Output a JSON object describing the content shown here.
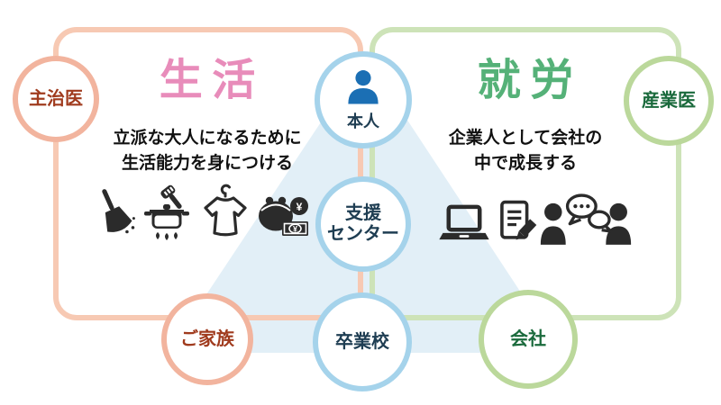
{
  "palette": {
    "life_box_border": "#F7C9B3",
    "life_node_border": "#F2B49E",
    "life_label_text": "#A03B1E",
    "life_title": "#E88CBA",
    "work_box_border": "#CDE3B8",
    "work_node_border": "#BBD89B",
    "work_label_text": "#1A6A3C",
    "work_title": "#55B178",
    "center_node_border": "#A5D3EB",
    "center_label_text": "#1E3D52",
    "person_icon_blue": "#1B6FB4",
    "triangle_fill": "#E2EFF7",
    "icon_ink": "#2B2B2B",
    "body_text": "#111111"
  },
  "life_section": {
    "title": "生活",
    "subtitle_line1": "立派な大人になるために",
    "subtitle_line2": "生活能力を身につける",
    "icons": [
      "broom-icon",
      "cooking-pot-icon",
      "tshirt-laundry-icon",
      "purse-money-icon"
    ]
  },
  "work_section": {
    "title": "就労",
    "subtitle_line1": "企業人として会社の",
    "subtitle_line2": "中で成長する",
    "icons": [
      "laptop-icon",
      "memo-pencil-icon",
      "conversation-icon"
    ]
  },
  "nodes": {
    "attending_doctor": {
      "label": "主治医"
    },
    "self_person": {
      "label": "本人"
    },
    "occupational_doctor": {
      "label": "産業医"
    },
    "support_center": {
      "label_line1": "支援",
      "label_line2": "センター"
    },
    "family": {
      "label": "ご家族"
    },
    "graduate_school": {
      "label": "卒業校"
    },
    "company": {
      "label": "会社"
    }
  },
  "money_symbols": {
    "coin": "¥",
    "banknote": "¥"
  }
}
